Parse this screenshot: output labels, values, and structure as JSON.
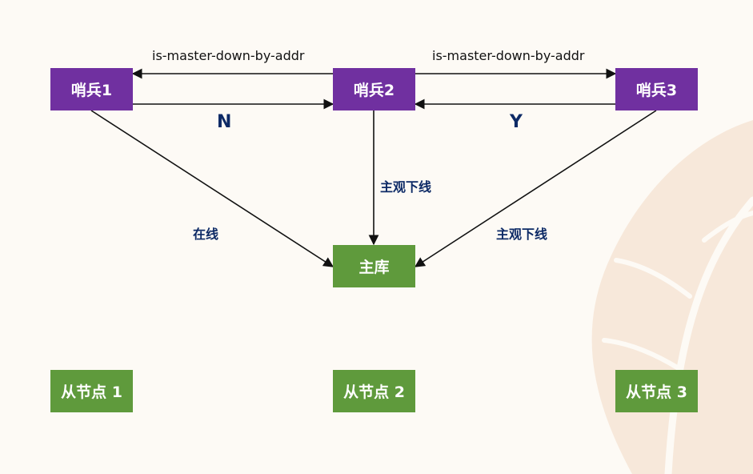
{
  "nodes": {
    "sentinel1": "哨兵1",
    "sentinel2": "哨兵2",
    "sentinel3": "哨兵3",
    "master": "主库",
    "replica1": "从节点 1",
    "replica2": "从节点 2",
    "replica3": "从节点 3"
  },
  "labels": {
    "protocol_left": "is-master-down-by-addr",
    "protocol_right": "is-master-down-by-addr",
    "vote_no": "N",
    "vote_yes": "Y",
    "sentinel1_status": "在线",
    "sentinel2_status": "主观下线",
    "sentinel3_status": "主观下线"
  },
  "colors": {
    "sentinel": "#7030a0",
    "node_green": "#5f9a3c",
    "label_text": "#0d2a66",
    "background": "#fdfaf5",
    "leaf": "#f6e6d8"
  }
}
